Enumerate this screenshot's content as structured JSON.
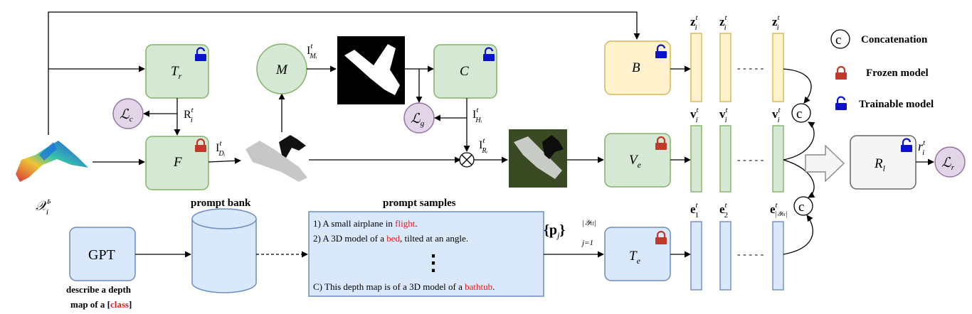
{
  "modules": {
    "tr": {
      "main": "T",
      "sub": "r"
    },
    "f": {
      "main": "F"
    },
    "m": {
      "main": "M"
    },
    "c": {
      "main": "C"
    },
    "b": {
      "main": "B"
    },
    "ve": {
      "main": "V",
      "sub": "e"
    },
    "te": {
      "main": "T",
      "sub": "e"
    },
    "rl": {
      "main": "R",
      "sub": "l"
    },
    "gpt": {
      "label": "GPT"
    }
  },
  "losses": {
    "lc": {
      "main": "ℒ",
      "sub": "c"
    },
    "lg": {
      "main": "ℒ",
      "sub": "g"
    },
    "lr": {
      "main": "ℒ",
      "sub": "r"
    }
  },
  "signals": {
    "ri": {
      "main": "R",
      "sup": "t",
      "sub": "i"
    },
    "idi": {
      "main": "I",
      "sup": "t",
      "sub": "Dᵢ"
    },
    "imi": {
      "main": "I",
      "sup": "t",
      "sub": "Mᵢ"
    },
    "ihi": {
      "main": "I",
      "sup": "t",
      "sub": "Hᵢ"
    },
    "iri": {
      "main": "I",
      "sup": "t",
      "sub": "Rᵢ"
    },
    "xi": {
      "main": "𝒳",
      "sup": "t",
      "sub": "i"
    },
    "r_out": {
      "main": "r",
      "sup": "t",
      "sub": "i"
    }
  },
  "features": {
    "z_label": {
      "main": "z",
      "sup": "t",
      "sub": "i"
    },
    "v_label": {
      "main": "v",
      "sup": "t",
      "sub": "i"
    },
    "e1": {
      "main": "e",
      "sup": "t",
      "sub": "1"
    },
    "e2": {
      "main": "e",
      "sup": "t",
      "sub": "2"
    },
    "ey": {
      "main": "e",
      "sup": "t",
      "sub": "|𝒴ₜₗ|"
    },
    "dashes": "- - - - -"
  },
  "prompt_set": {
    "main": "{p",
    "sub": "j",
    "close": "}",
    "lower": "j=1",
    "upper": "|𝒴ₜₗ|"
  },
  "concat_symbol": "c",
  "otimes_symbol": "⊗",
  "prompt_bank": {
    "title": "prompt bank"
  },
  "prompt_samples": {
    "title": "prompt samples",
    "lines": [
      {
        "prefix": "1) A small airplane in ",
        "highlight": "flight",
        "suffix": "."
      },
      {
        "prefix": "2) A 3D model of a ",
        "highlight": "bed",
        "suffix": ", tilted at an angle."
      },
      {
        "prefix": "C) This depth map is of a 3D model of a ",
        "highlight": "bathtub",
        "suffix": "."
      }
    ],
    "ellipsis": "⋮"
  },
  "gpt_caption": {
    "line1": "describe a depth",
    "line2_prefix": "map of a [",
    "line2_highlight": "class",
    "line2_suffix": "]"
  },
  "legend": {
    "concat": "Concatenation",
    "frozen": "Frozen model",
    "trainable": "Trainable model"
  },
  "colors": {
    "green_fill": "#d5e8d4",
    "green_stroke": "#82b366",
    "yellow_fill": "#fff2cc",
    "yellow_stroke": "#d6b656",
    "blue_fill": "#dae8fc",
    "blue_stroke": "#6c8ebf",
    "purple_fill": "#e1d5e7",
    "purple_stroke": "#9673a6",
    "gray_fill": "#f5f5f5",
    "gray_stroke": "#666666",
    "frozen_lock": "#c0392b",
    "trainable_lock": "#0a13c8",
    "highlight": "#e02020"
  }
}
